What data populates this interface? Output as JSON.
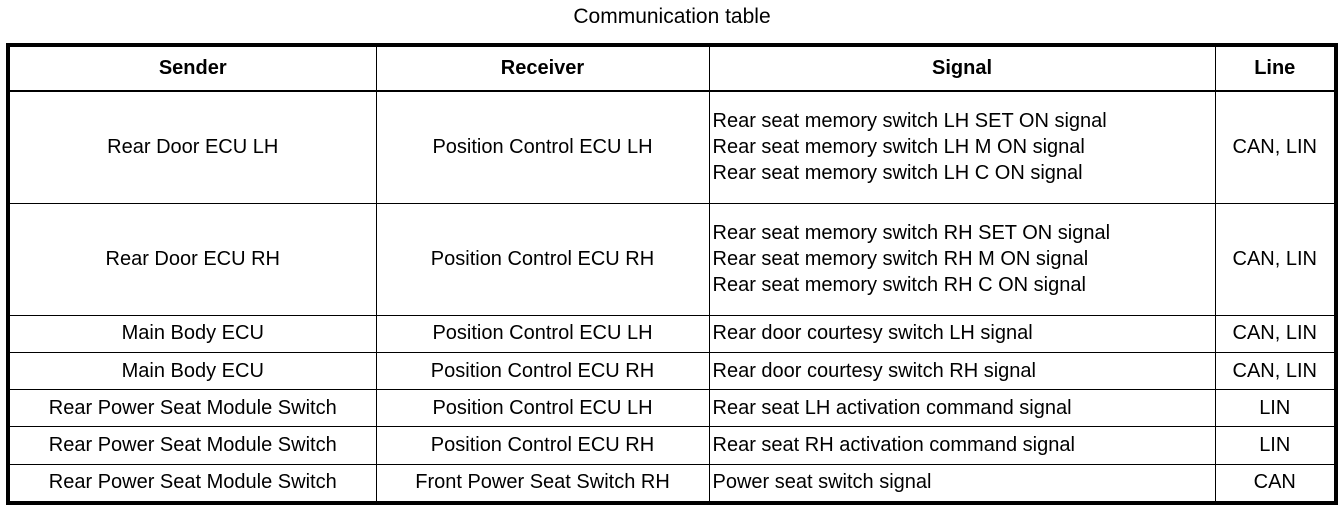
{
  "caption": "Communication table",
  "table": {
    "headers": [
      "Sender",
      "Receiver",
      "Signal",
      "Line"
    ],
    "rows": [
      {
        "sender": "Rear Door ECU LH",
        "receiver": "Position Control ECU LH",
        "signals": [
          "Rear seat memory switch LH SET ON signal",
          "Rear seat memory switch LH M ON signal",
          "Rear seat memory switch LH C ON signal"
        ],
        "line": "CAN, LIN"
      },
      {
        "sender": "Rear Door ECU RH",
        "receiver": "Position Control ECU RH",
        "signals": [
          "Rear seat memory switch RH SET ON signal",
          "Rear seat memory switch RH M ON signal",
          "Rear seat memory switch RH C ON signal"
        ],
        "line": "CAN, LIN"
      },
      {
        "sender": "Main Body ECU",
        "receiver": "Position Control ECU LH",
        "signals": [
          "Rear door courtesy switch LH signal"
        ],
        "line": "CAN, LIN"
      },
      {
        "sender": "Main Body ECU",
        "receiver": "Position Control ECU RH",
        "signals": [
          "Rear door courtesy switch RH signal"
        ],
        "line": "CAN, LIN"
      },
      {
        "sender": "Rear Power Seat Module Switch",
        "receiver": "Position Control ECU LH",
        "signals": [
          "Rear seat LH activation command signal"
        ],
        "line": "LIN"
      },
      {
        "sender": "Rear Power Seat Module Switch",
        "receiver": "Position Control ECU RH",
        "signals": [
          "Rear seat RH activation command signal"
        ],
        "line": "LIN"
      },
      {
        "sender": "Rear Power Seat Module Switch",
        "receiver": "Front Power Seat Switch RH",
        "signals": [
          "Power seat switch signal"
        ],
        "line": "CAN"
      }
    ]
  }
}
